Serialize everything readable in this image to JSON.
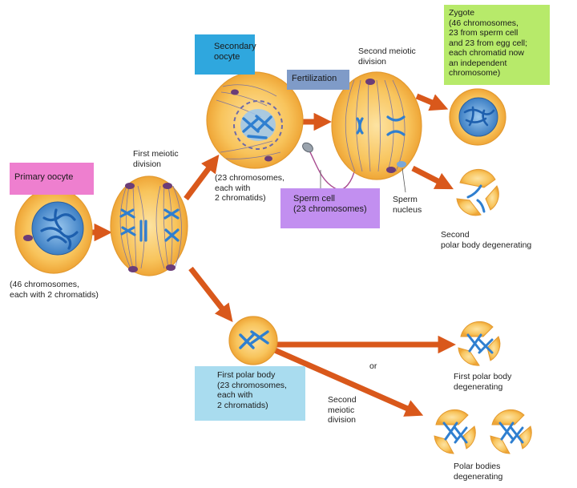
{
  "colors": {
    "cell_fill": "#f6b53f",
    "cell_inner": "#fcd988",
    "cell_edge": "#e7a23a",
    "nucleus": "#3d7fc4",
    "chromosome": "#2f7fd0",
    "arrow": "#d9581b",
    "spindle": "#6e6aa8",
    "centrosome": "#6b3d78",
    "box_pink": "#ee7fcf",
    "box_blue": "#2fa7de",
    "box_steel": "#7f9bc8",
    "box_lime": "#b7ea6a",
    "box_lavender": "#c28ff0",
    "box_lightblue": "#a9dcef"
  },
  "boxes": {
    "primary_oocyte": "Primary oocyte",
    "secondary_oocyte": "Secondary\noocyte",
    "fertilization": "Fertilization",
    "zygote": "Zygote\n(46 chromosomes,\n23 from sperm cell\nand 23 from egg cell;\neach chromatid now\nan independent\nchromosome)",
    "sperm_cell": "Sperm cell\n(23 chromosomes)",
    "first_polar_body": "First polar body\n(23 chromosomes,\neach with\n2 chromatids)"
  },
  "labels": {
    "primary_counts": "(46 chromosomes,\neach with 2 chromatids)",
    "first_meiotic": "First meiotic\ndivision",
    "secondary_counts": "(23 chromosomes,\neach with\n2 chromatids)",
    "second_meiotic_top": "Second meiotic\ndivision",
    "sperm_nucleus": "Sperm\nnucleus",
    "second_polar": "Second\npolar body degenerating",
    "or": "or",
    "second_meiotic_bottom": "Second\nmeiotic\ndivision",
    "first_polar_degen": "First polar body\ndegenerating",
    "polar_bodies_degen": "Polar bodies\ndegenerating"
  }
}
